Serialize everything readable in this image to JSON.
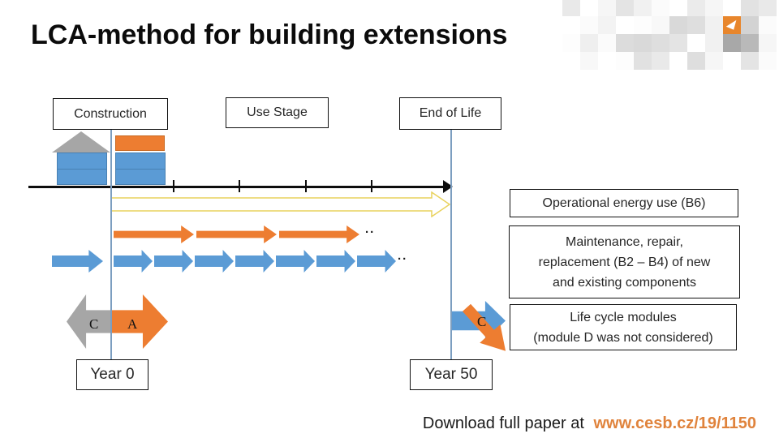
{
  "title": "LCA-method for building extensions",
  "stages": {
    "construction": "Construction",
    "use_stage": "Use Stage",
    "end_of_life": "End of Life"
  },
  "annotations": {
    "operational": "Operational energy use (B6)",
    "maintenance": "Maintenance, repair,\nreplacement (B2 – B4) of new\nand existing components",
    "modules": "Life cycle modules\n(module D was not considered)"
  },
  "markers": {
    "year0": "Year 0",
    "year50": "Year 50"
  },
  "letters": {
    "eol_existing": "C",
    "assembly_new": "A",
    "eol_new": "C"
  },
  "rows": {
    "orange_count": 3,
    "blue_count": 7,
    "ellipsis": ".."
  },
  "footer": {
    "prefix": "Download full paper at",
    "link": "www.cesb.cz/19/1150"
  },
  "colors": {
    "blue": "#5B9BD5",
    "orange": "#ED7D31",
    "gray": "#A6A6A6",
    "yellow": "#E9D25D",
    "steel": "#7C9EC0",
    "link": "#E0833C",
    "logo_orange": "#E8862C"
  },
  "deco": {
    "rows": [
      [
        "#e9e9e9",
        "#ffffff",
        "#f6f6f6",
        "#e4e4e4",
        "#f1f1f1",
        "#fbfbfb",
        "#ffffff",
        "#ebebeb",
        "#f6f6f6",
        "#ffffff",
        "#e2e2e2",
        "#e9e9e9"
      ],
      [
        "#ffffff",
        "#fbfbfb",
        "#f3f3f3",
        "#ffffff",
        "#fdfdfd",
        "#f8f8f8",
        "#d9d9d9",
        "#dedede",
        "#f1f1f1",
        "P",
        "#d3d3d3",
        "#fbfbfb"
      ],
      [
        "#fdfdfd",
        "#efefef",
        "#fbfbfb",
        "#dcdcdc",
        "#d9d9d9",
        "#dedede",
        "#e4e4e4",
        "#ffffff",
        "#f1f1f1",
        "#a8a8a8",
        "#b9b9b9",
        "#f6f6f6"
      ],
      [
        "#ffffff",
        "#f8f8f8",
        "#ffffff",
        "#fdfdfd",
        "#e1e1e1",
        "#e9e9e9",
        "#ffffff",
        "#dedede",
        "#f6f6f6",
        "#ffffff",
        "#e4e4e4",
        "#fbfbfb"
      ]
    ]
  }
}
